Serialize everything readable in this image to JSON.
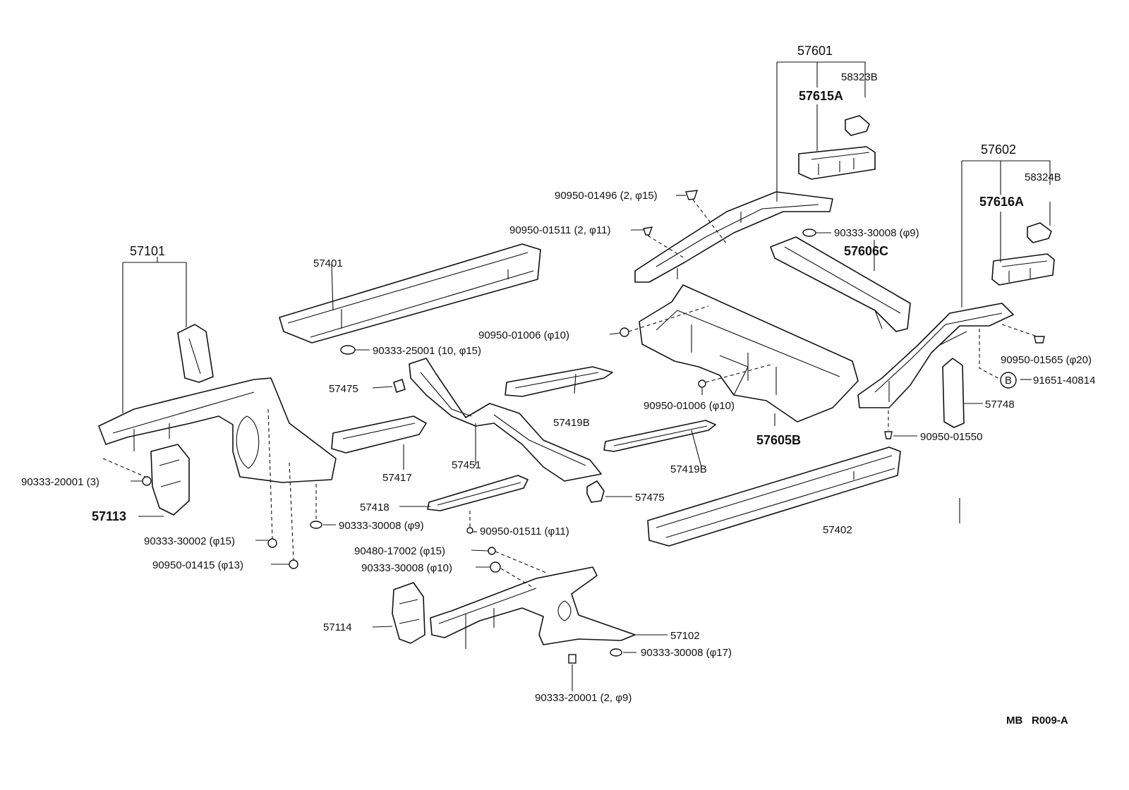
{
  "diagram": {
    "labels": {
      "p57601": "57601",
      "p58323B": "58323B",
      "p57615A": "57615A",
      "p57602": "57602",
      "p58324B": "58324B",
      "p57616A": "57616A",
      "p57606C": "57606C",
      "p57101": "57101",
      "p57401": "57401",
      "f90950_01496": "90950-01496 (2, φ15)",
      "f90950_01511a": "90950-01511 (2, φ11)",
      "f90333_30008_9a": "90333-30008 (φ9)",
      "f90950_01006a": "90950-01006 (φ10)",
      "f90333_25001": "90333-25001 (10, φ15)",
      "f90950_01565": "90950-01565 (φ20)",
      "f91651_40814": "91651-40814",
      "b_marker": "B",
      "p57475a": "57475",
      "p57419Ba": "57419B",
      "f90950_01006b": "90950-01006 (φ10)",
      "p57748": "57748",
      "p57605B": "57605B",
      "f90950_01550": "90950-01550",
      "p57417": "57417",
      "p57451": "57451",
      "p57419Bb": "57419B",
      "f90333_20001_3": "90333-20001 (3)",
      "p57113": "57113",
      "p57475b": "57475",
      "p57418": "57418",
      "f90333_30008_9b": "90333-30008 (φ9)",
      "f90950_01511b": "90950-01511 (φ11)",
      "p57402": "57402",
      "f90333_30002": "90333-30002 (φ15)",
      "f90950_01415": "90950-01415 (φ13)",
      "f90480_17002": "90480-17002 (φ15)",
      "f90333_30008_10": "90333-30008 (φ10)",
      "p57114": "57114",
      "p57102": "57102",
      "f90333_30008_17": "90333-30008 (φ17)",
      "f90333_20001_2": "90333-20001 (2, φ9)",
      "code_mb": "MB",
      "code_ref": "R009-A"
    }
  }
}
